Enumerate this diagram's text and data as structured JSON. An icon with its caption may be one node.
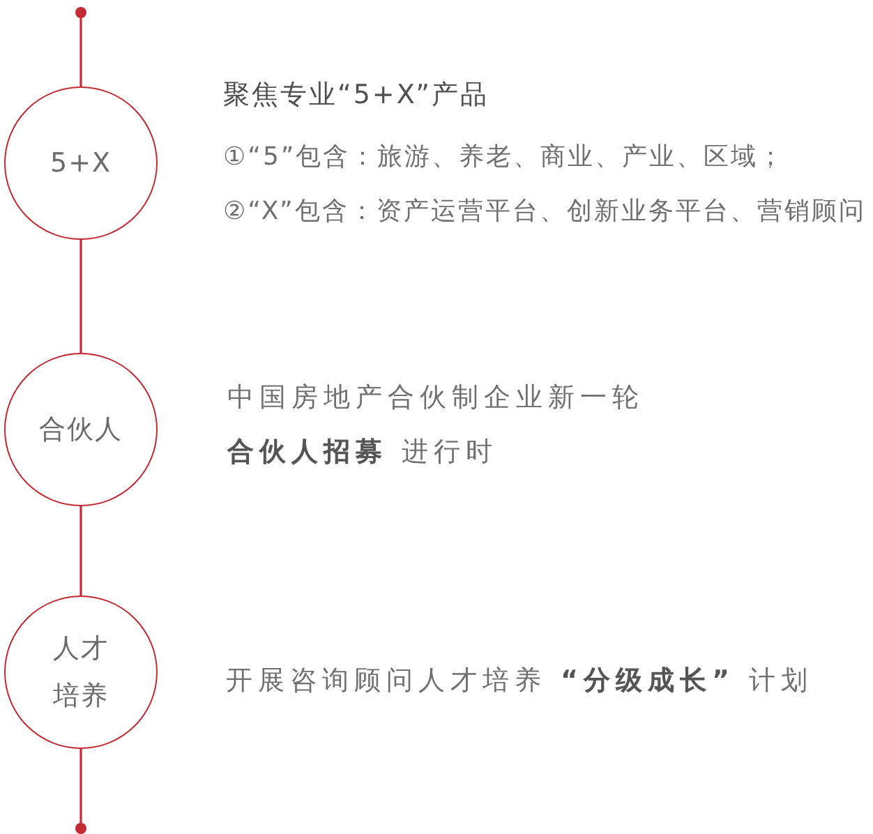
{
  "diagram": {
    "nodes": [
      {
        "text": [],
        "shape": "circle"
      },
      {
        "text": [
          "5+X"
        ],
        "beside": [
          "聚焦专业“5+X”产品",
          "①“5”包含：旅游、养老、商业、产业、区域；",
          "②“X”包含：资产运营平台、创新业务平台、营销顾问"
        ]
      },
      {
        "text": [
          "合伙人"
        ],
        "beside": [
          "中国房地产合伙制企业新一轮**合伙人招募** 进行时"
        ]
      },
      {
        "text": [
          "人才培养"
        ],
        "beside": [
          "开展咨询顾问人才培养 **“分级成长”** 计划"
        ]
      },
      {
        "text": [],
        "shape": "circle"
      }
    ],
    "edges": [
      {
        "from": 0,
        "to": 1,
        "arrow": "none"
      },
      {
        "from": 1,
        "to": 2,
        "arrow": "none"
      },
      {
        "from": 2,
        "to": 3,
        "arrow": "none"
      },
      {
        "from": 3,
        "to": 4,
        "arrow": "none"
      }
    ]
  }
}
